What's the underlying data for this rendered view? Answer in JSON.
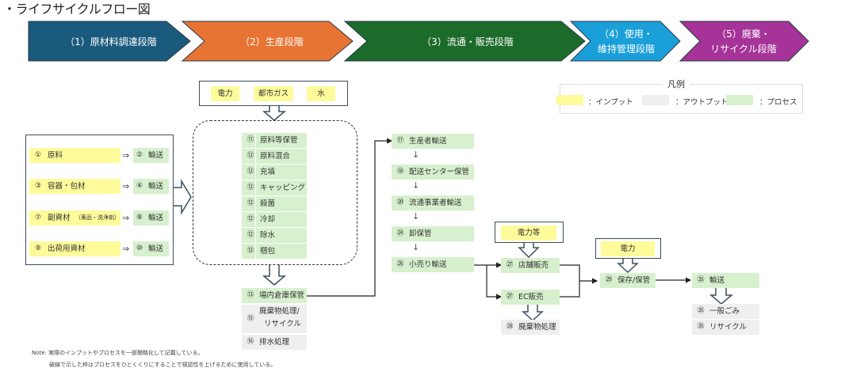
{
  "title": "・ライフサイクルフロー図",
  "stages": [
    {
      "label_line1": "（1）原材料調達段階",
      "label_line2": "",
      "color": "#1a5a7c"
    },
    {
      "label_line1": "（2）生産段階",
      "label_line2": "",
      "color": "#e87433"
    },
    {
      "label_line1": "（3）流通・販売段階",
      "label_line2": "",
      "color": "#1d6b2a"
    },
    {
      "label_line1": "（4）使用・",
      "label_line2": "維持管理段階",
      "color": "#1a9fd9"
    },
    {
      "label_line1": "（5）廃棄・",
      "label_line2": "リサイクル段階",
      "color": "#a53398"
    }
  ],
  "legend": {
    "title": "凡例",
    "items": [
      {
        "label": "：インプット",
        "color": "#fefb9b"
      },
      {
        "label": "：アウトプット",
        "color": "#efefef"
      },
      {
        "label": "：プロセス",
        "color": "#d7f0cd"
      }
    ]
  },
  "colors": {
    "input": "#fefb9b",
    "output": "#efefef",
    "process": "#d7f0cd",
    "border": "#3d4e5c"
  },
  "raw_materials": [
    {
      "num": "①",
      "label": "原料",
      "arrow": "⇒",
      "proc_num": "②",
      "proc_label": "輸送"
    },
    {
      "num": "③",
      "label": "容器・包材",
      "arrow": "⇒",
      "proc_num": "④",
      "proc_label": "輸送"
    },
    {
      "num": "⑦",
      "label": "副資材",
      "label_sub": "（薬品・洗浄剤）",
      "arrow": "⇒",
      "proc_num": "⑧",
      "proc_label": "輸送"
    },
    {
      "num": "⑨",
      "label": "出荷用資材",
      "arrow": "⇒",
      "proc_num": "⑩",
      "proc_label": "輸送"
    }
  ],
  "production_inputs": [
    "電力",
    "都市ガス",
    "水"
  ],
  "production_steps": [
    {
      "num": "⑪",
      "label": "原料等保管"
    },
    {
      "num": "⑫",
      "label": "原料混合"
    },
    {
      "num": "⑫",
      "label": "充填"
    },
    {
      "num": "⑫",
      "label": "キャッピング"
    },
    {
      "num": "⑫",
      "label": "殺菌"
    },
    {
      "num": "⑫",
      "label": "冷却"
    },
    {
      "num": "⑫",
      "label": "除水"
    },
    {
      "num": "⑫",
      "label": "梱包"
    }
  ],
  "warehouse": {
    "num": "⑬",
    "label": "場内倉庫保管"
  },
  "production_outputs": [
    {
      "num": "⑮",
      "label_line1": "廃棄物処理/",
      "label_line2": "リサイクル"
    },
    {
      "num": "⑯",
      "label_line1": "排水処理",
      "label_line2": ""
    }
  ],
  "distribution_steps": [
    {
      "num": "⑰",
      "label": "生産者輸送"
    },
    {
      "num": "⑱",
      "label": "配送センター保管"
    },
    {
      "num": "⑳",
      "label": "流通事業者輸送"
    },
    {
      "num": "㉔",
      "label": "卸保管"
    },
    {
      "num": "㉖",
      "label": "小売り輸送"
    }
  ],
  "down_arrow": "↓",
  "sales": {
    "input": "電力等",
    "store": {
      "num": "㉗",
      "label": "店舗販売"
    },
    "ec": {
      "num": "㉗",
      "label": "EC販売"
    },
    "waste": {
      "num": "㉘",
      "label": "廃棄物処理"
    }
  },
  "use": {
    "input": "電力",
    "storage": {
      "num": "㉙",
      "label": "保存/保管"
    }
  },
  "disposal": {
    "transport": {
      "num": "㉟",
      "label": "輸送"
    },
    "outputs": [
      {
        "num": "㉟",
        "label": "一般ごみ"
      },
      {
        "num": "㉟",
        "label": "リサイクル"
      }
    ]
  },
  "notes": {
    "line1": "Note: 実際のインプットやプロセスを一部簡略化して記載している。",
    "line2": "破線で示した枠はプロセスをひとくくりにすることで視認性を上げるために使用している。"
  }
}
